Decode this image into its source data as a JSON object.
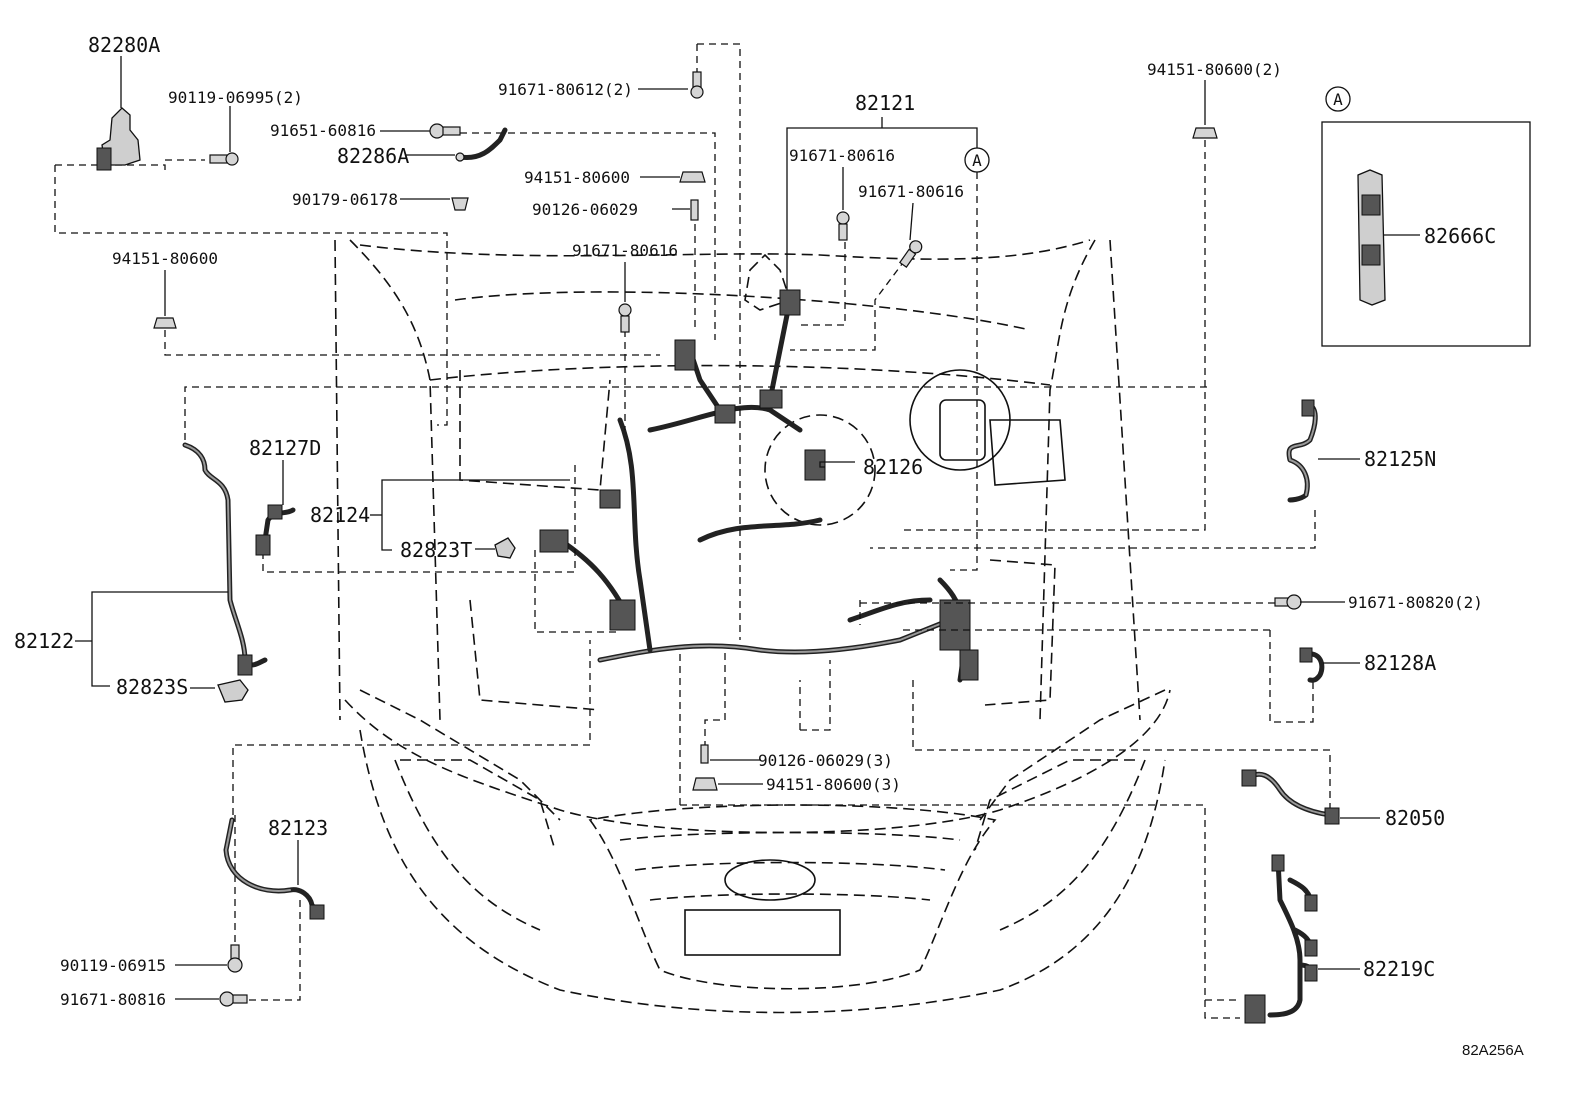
{
  "diagram_id": "82A256A",
  "callouts": {
    "p82280A": "82280A",
    "p90119_06995": "90119-06995(2)",
    "p91651_60816": "91651-60816",
    "p82286A": "82286A",
    "p90179_06178": "90179-06178",
    "p94151_80600_left": "94151-80600",
    "p91671_80612": "91671-80612(2)",
    "p94151_80600_mid": "94151-80600",
    "p90126_06029": "90126-06029",
    "p91671_80616_center": "91671-80616",
    "p82121": "82121",
    "p91671_80616_top": "91671-80616",
    "p91671_80616_right": "91671-80616",
    "p94151_80600_2": "94151-80600(2)",
    "p82666C": "82666C",
    "p82127D": "82127D",
    "p82124": "82124",
    "p82823T": "82823T",
    "p82126": "82126",
    "p82125N": "82125N",
    "p82122": "82122",
    "p82823S": "82823S",
    "p91671_80820": "91671-80820(2)",
    "p82128A": "82128A",
    "p90126_06029_3": "90126-06029(3)",
    "p94151_80600_3": "94151-80600(3)",
    "p82123": "82123",
    "p82050": "82050",
    "p90119_06915": "90119-06915",
    "p91671_80816": "91671-80816",
    "p82219C": "82219C"
  },
  "detail": {
    "marker": "A"
  }
}
